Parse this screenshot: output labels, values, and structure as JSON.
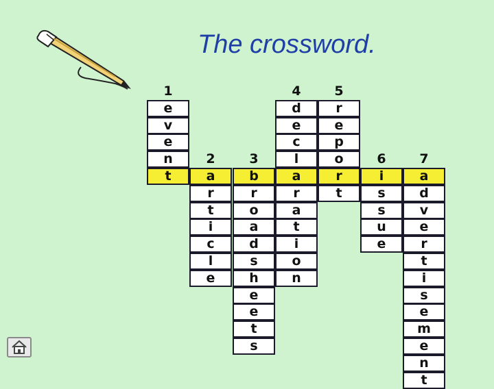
{
  "title": "The crossword.",
  "icons": {
    "pencil": "pencil-icon",
    "home": "home-icon"
  },
  "colors": {
    "background": "#cff3cf",
    "title": "#1f3fa6",
    "highlight": "#f5ee33"
  },
  "crossword": {
    "highlight_row": 4,
    "words": [
      {
        "number": "1",
        "letters": [
          "e",
          "v",
          "e",
          "n",
          "t"
        ]
      },
      {
        "number": "2",
        "letters": [
          "a",
          "r",
          "t",
          "i",
          "c",
          "l",
          "e"
        ]
      },
      {
        "number": "3",
        "letters": [
          "b",
          "r",
          "o",
          "a",
          "d",
          "s",
          "h",
          "e",
          "e",
          "t",
          "s"
        ]
      },
      {
        "number": "4",
        "letters": [
          "d",
          "e",
          "c",
          "l",
          "a",
          "r",
          "a",
          "t",
          "i",
          "o",
          "n"
        ]
      },
      {
        "number": "5",
        "letters": [
          "r",
          "e",
          "p",
          "o",
          "r",
          "t"
        ]
      },
      {
        "number": "6",
        "letters": [
          "i",
          "s",
          "s",
          "u",
          "e"
        ]
      },
      {
        "number": "7",
        "letters": [
          "a",
          "d",
          "v",
          "e",
          "r",
          "t",
          "i",
          "s",
          "e",
          "m",
          "e",
          "n",
          "t"
        ]
      }
    ]
  }
}
